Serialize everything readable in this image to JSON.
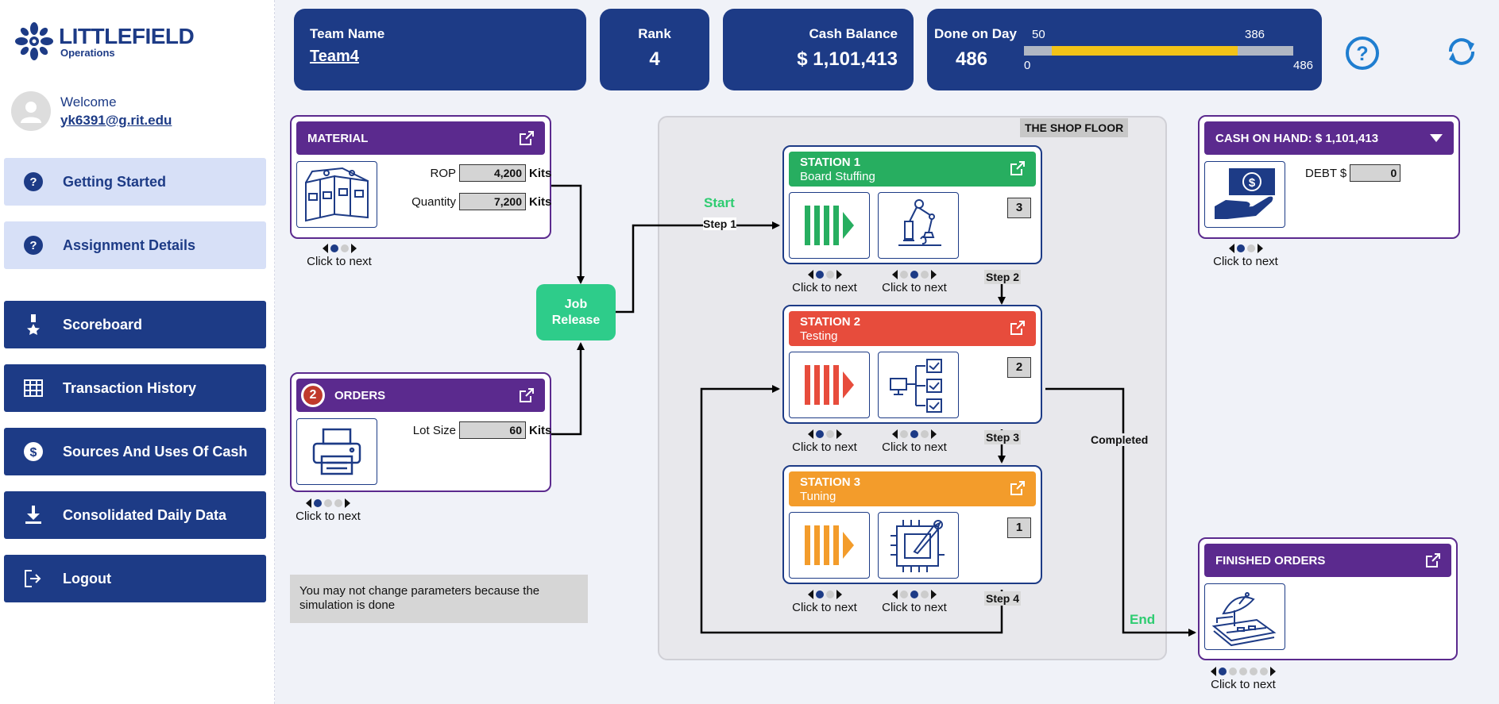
{
  "brand": {
    "name": "LITTLEFIELD",
    "sub": "Operations"
  },
  "user": {
    "welcome": "Welcome",
    "email": "yk6391@g.rit.edu"
  },
  "nav": [
    {
      "label": "Getting Started",
      "icon": "help-circle-icon",
      "style": "light"
    },
    {
      "label": "Assignment Details",
      "icon": "help-circle-icon",
      "style": "light"
    },
    {
      "label": "Scoreboard",
      "icon": "medal-icon",
      "style": "dark"
    },
    {
      "label": "Transaction History",
      "icon": "table-icon",
      "style": "dark"
    },
    {
      "label": "Sources And Uses Of Cash",
      "icon": "dollar-circle-icon",
      "style": "dark"
    },
    {
      "label": "Consolidated Daily Data",
      "icon": "download-icon",
      "style": "dark"
    },
    {
      "label": "Logout",
      "icon": "logout-icon",
      "style": "dark"
    }
  ],
  "header": {
    "team_label": "Team Name",
    "team_value": "Team4",
    "rank_label": "Rank",
    "rank_value": "4",
    "cash_label": "Cash Balance",
    "cash_value": "$ 1,101,413",
    "done_label": "Done on Day",
    "done_value": "486",
    "progress": {
      "start_label": "50",
      "end_label": "386",
      "min_label": "0",
      "max_label": "486",
      "start": 50,
      "end": 386,
      "max": 486
    }
  },
  "material": {
    "title": "MATERIAL",
    "rop_label": "ROP",
    "rop_value": "4,200",
    "qty_label": "Quantity",
    "qty_value": "7,200",
    "unit": "Kits",
    "next": "Click to next"
  },
  "orders": {
    "badge": "2",
    "title": "ORDERS",
    "lot_label": "Lot Size",
    "lot_value": "60",
    "unit": "Kits",
    "next": "Click to next"
  },
  "notice": "You may not change parameters because the simulation is done",
  "job_release": "Job Release",
  "shop_floor": "THE SHOP FLOOR",
  "flow": {
    "start": "Start",
    "step1": "Step 1",
    "step2": "Step 2",
    "step3": "Step 3",
    "step4": "Step 4",
    "completed": "Completed",
    "end": "End"
  },
  "stations": [
    {
      "title": "STATION 1",
      "subtitle": "Board Stuffing",
      "count": "3",
      "color": "#27ae60",
      "next": "Click to next"
    },
    {
      "title": "STATION 2",
      "subtitle": "Testing",
      "count": "2",
      "color": "#e74c3c",
      "next": "Click to next"
    },
    {
      "title": "STATION 3",
      "subtitle": "Tuning",
      "count": "1",
      "color": "#f39c2b",
      "next": "Click to next"
    }
  ],
  "cash": {
    "title": "CASH ON HAND: $ 1,101,413",
    "debt_label": "DEBT $",
    "debt_value": "0",
    "next": "Click to next"
  },
  "finished": {
    "title": "FINISHED ORDERS",
    "next": "Click to next"
  },
  "colors": {
    "primary": "#1d3b86",
    "purple": "#5b2a8e",
    "job_release": "#2ecc8a",
    "light_nav": "#d7e0f7",
    "progress_fill": "#f2c318"
  }
}
